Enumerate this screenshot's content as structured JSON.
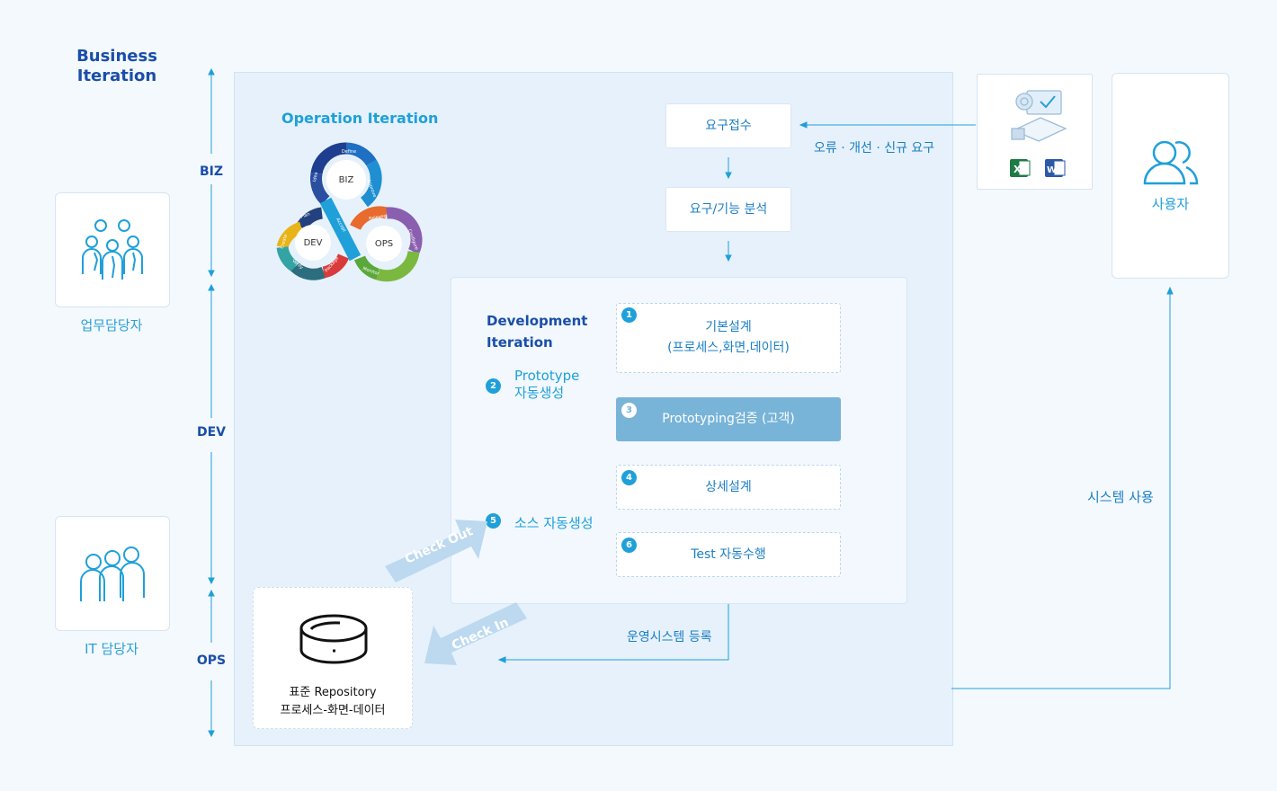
{
  "business_iteration_title": "Business\nIteration",
  "roles": {
    "business": "업무담당자",
    "it": "IT 담당자"
  },
  "axis": {
    "biz": "BIZ",
    "dev": "DEV",
    "ops": "OPS"
  },
  "operation_iteration": {
    "title": "Operation Iteration",
    "loops": [
      "BIZ",
      "DEV",
      "OPS"
    ],
    "segments": [
      "Define",
      "Approve",
      "Idea",
      "Accept",
      "Plan",
      "Create",
      "Verify",
      "Package",
      "Release",
      "Configure",
      "Monitor"
    ]
  },
  "flow": {
    "request_receipt": "요구접수",
    "request_analysis": "요구/기능 분석",
    "incoming_note": "오류 · 개선 · 신규 요구"
  },
  "development": {
    "title": "Development\nIteration",
    "side_items": [
      {
        "num": "2",
        "label": "Prototype\n자동생성"
      },
      {
        "num": "5",
        "label": "소스 자동생성"
      }
    ],
    "steps": [
      {
        "num": "1",
        "label": "기본설계\n(프로세스,화면,데이터)"
      },
      {
        "num": "3",
        "label": "Prototyping검증 (고객)"
      },
      {
        "num": "4",
        "label": "상세설계"
      },
      {
        "num": "6",
        "label": "Test 자동수행"
      }
    ]
  },
  "repository": {
    "line1": "표준 Repository",
    "line2": "프로세스-화면-데이터"
  },
  "arrows": {
    "check_out": "Check Out",
    "check_in": "Check In",
    "deploy": "운영시스템 등록",
    "system_use": "시스템 사용"
  },
  "user_label": "사용자",
  "colors": {
    "accent": "#1fa0d9",
    "dark_blue": "#1a4ea8",
    "highlight_step": "#78b4d8"
  }
}
